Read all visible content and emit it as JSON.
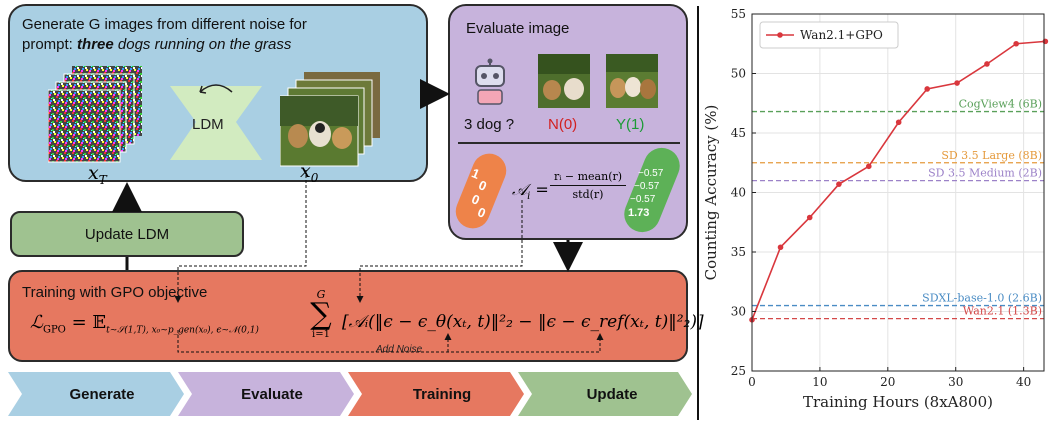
{
  "generate": {
    "title_line1": "Generate G images from different noise for",
    "title_prompt_prefix": "prompt: ",
    "title_prompt_bold": "three",
    "title_prompt_rest": " dogs running on the grass",
    "ldm_label": "LDM",
    "xT_label": "x",
    "xT_sub": "T",
    "x0_label": "x",
    "x0_sub": "0"
  },
  "evaluate": {
    "title": "Evaluate image",
    "question": "3 dog ?",
    "label_n": "N(0)",
    "label_y": "Y(1)",
    "pill_values": [
      "1",
      "0",
      "0",
      "0"
    ],
    "formula_lhs": "𝒜",
    "formula_sub": "i",
    "formula_num": "rᵢ − mean(r)",
    "formula_den": "std(r)",
    "adv_values": [
      "−0.57",
      "−0.57",
      "−0.57",
      "1.73"
    ]
  },
  "update": {
    "label": "Update LDM"
  },
  "training": {
    "title": "Training with GPO objective",
    "loss_text": "ℒ",
    "loss_sub": "GPO",
    "expect_text": " = 𝔼",
    "expect_sub": "t∼𝒮(1,T), x₀∼p_gen(x₀), ϵ∼𝒩(0,1)",
    "sum_top": "G",
    "sum_sym": "∑",
    "sum_bottom": "i=1",
    "body": "[𝒜ᵢ(‖ϵ − ϵ_θ(xₜ, t)‖²₂ − ‖ϵ − ϵ_ref(xₜ, t)‖²₂)]",
    "add_noise": "Add Noise"
  },
  "stages": [
    "Generate",
    "Evaluate",
    "Training",
    "Update"
  ],
  "colors": {
    "generate": "#a9cfe3",
    "evaluate": "#c7b3dc",
    "training": "#e67860",
    "update": "#9fc290"
  },
  "chart_data": {
    "type": "line",
    "xlabel": "Training Hours (8xA800)",
    "ylabel": "Counting Accuracy (%)",
    "xlim": [
      0,
      43
    ],
    "ylim": [
      25,
      55
    ],
    "xticks": [
      0,
      10,
      20,
      30,
      40
    ],
    "yticks": [
      25,
      30,
      35,
      40,
      45,
      50,
      55
    ],
    "grid": true,
    "legend": "top-left",
    "series": [
      {
        "name": "Wan2.1+GPO",
        "color": "#d9373d",
        "x": [
          0,
          4.2,
          8.5,
          12.8,
          17.2,
          21.6,
          25.8,
          30.2,
          34.6,
          38.9,
          43.2
        ],
        "y": [
          29.3,
          35.4,
          37.9,
          40.7,
          42.2,
          45.9,
          48.7,
          49.2,
          50.8,
          52.5,
          52.7
        ]
      }
    ],
    "baselines": [
      {
        "name": "CogView4 (6B)",
        "value": 46.8,
        "color": "#5aa05a"
      },
      {
        "name": "SD 3.5 Large (8B)",
        "value": 42.5,
        "color": "#e59a3c"
      },
      {
        "name": "SD 3.5 Medium (2B)",
        "value": 41.0,
        "color": "#9c82c8"
      },
      {
        "name": "SDXL-base-1.0 (2.6B)",
        "value": 30.5,
        "color": "#4a8cc4"
      },
      {
        "name": "Wan2.1 (1.3B)",
        "value": 29.4,
        "color": "#d44848"
      }
    ]
  }
}
